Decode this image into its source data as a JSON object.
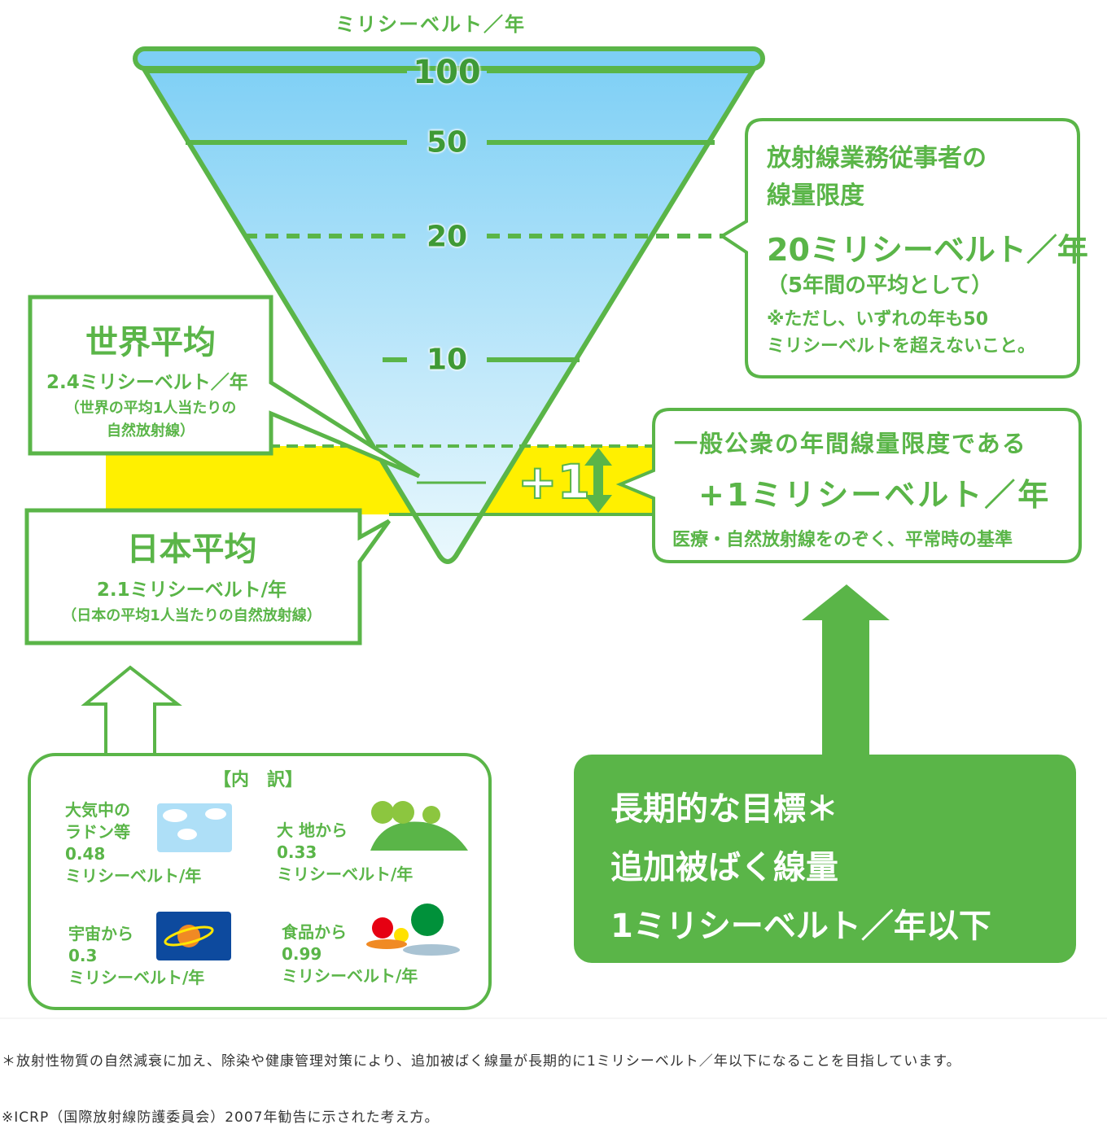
{
  "unit_top": "ミリシーベルト／年",
  "scale": [
    "100",
    "50",
    "20",
    "10"
  ],
  "plus_one": "+1",
  "worker_limit": {
    "line1": "放射線業務従事者の",
    "line2": "線量限度",
    "value": "20ミリシーベルト／年",
    "note": "（5年間の平均として）",
    "caveat1": "※ただし、いずれの年も50",
    "caveat2": "ミリシーベルトを超えないこと。"
  },
  "public_limit": {
    "line1": "一般公衆の年間線量限度である",
    "value": "+1ミリシーベルト／年",
    "note": "医療・自然放射線をのぞく、平常時の基準"
  },
  "world_avg": {
    "title": "世界平均",
    "value": "2.4ミリシーベルト／年",
    "note1": "（世界の平均1人当たりの",
    "note2": "自然放射線）"
  },
  "japan_avg": {
    "title": "日本平均",
    "value": "2.1ミリシーベルト/年",
    "note": "（日本の平均1人当たりの自然放射線）"
  },
  "breakdown": {
    "title": "【内　訳】",
    "items": [
      {
        "label": "大気中の\nラドン等",
        "value": "0.48",
        "unit": "ミリシーベルト/年",
        "icon": "sky-icon"
      },
      {
        "label": "大 地から",
        "value": "0.33",
        "unit": "ミリシーベルト/年",
        "icon": "land-icon"
      },
      {
        "label": "宇宙から",
        "value": "0.3",
        "unit": "ミリシーベルト/年",
        "icon": "space-icon"
      },
      {
        "label": "食品から",
        "value": "0.99",
        "unit": "ミリシーベルト/年",
        "icon": "food-icon"
      }
    ]
  },
  "goal": {
    "line1": "長期的な目標＊",
    "line2": "追加被ばく線量",
    "line3": "1ミリシーベルト／年以下"
  },
  "footnotes": [
    "＊放射性物質の自然減衰に加え、除染や健康管理対策により、追加被ばく線量が長期的に1ミリシーベルト／年以下になることを目指しています。",
    "※ICRP（国際放射線防護委員会）2007年勧告に示された考え方。"
  ],
  "colors": {
    "green": "#5ab548",
    "yellow": "#fff000",
    "blue_top": "#7dcff5",
    "blue_bottom": "#e8f7fd"
  }
}
